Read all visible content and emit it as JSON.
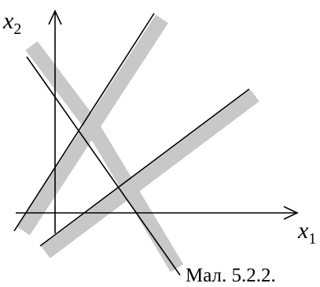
{
  "axes": {
    "x_label": "x",
    "x_subscript": "1",
    "y_label": "x",
    "y_subscript": "2"
  },
  "caption": "Мал. 5.2.2.",
  "colors": {
    "band": "#c8c8c8",
    "line": "#000000",
    "background": "#ffffff"
  }
}
